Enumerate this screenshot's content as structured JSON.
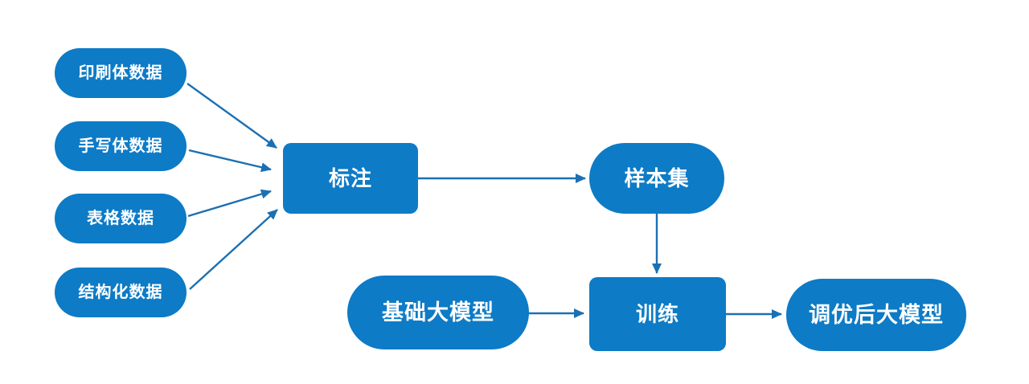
{
  "diagram": {
    "colors": {
      "background": "#ffffff",
      "node_fill": "#0d7bc6",
      "arrow": "#1c70b2",
      "text": "#ffffff"
    },
    "nodes": {
      "printed_data": {
        "label": "印刷体数据",
        "shape": "pill"
      },
      "handwritten_data": {
        "label": "手写体数据",
        "shape": "pill"
      },
      "table_data": {
        "label": "表格数据",
        "shape": "pill"
      },
      "structured_data": {
        "label": "结构化数据",
        "shape": "pill"
      },
      "annotation": {
        "label": "标注",
        "shape": "rect"
      },
      "sample_set": {
        "label": "样本集",
        "shape": "pill"
      },
      "base_model": {
        "label": "基础大模型",
        "shape": "pill"
      },
      "training": {
        "label": "训练",
        "shape": "rect"
      },
      "tuned_model": {
        "label": "调优后大模型",
        "shape": "pill"
      }
    },
    "edges": [
      {
        "from": "印刷体数据",
        "to": "标注"
      },
      {
        "from": "手写体数据",
        "to": "标注"
      },
      {
        "from": "表格数据",
        "to": "标注"
      },
      {
        "from": "结构化数据",
        "to": "标注"
      },
      {
        "from": "标注",
        "to": "样本集"
      },
      {
        "from": "样本集",
        "to": "训练"
      },
      {
        "from": "基础大模型",
        "to": "训练"
      },
      {
        "from": "训练",
        "to": "调优后大模型"
      }
    ]
  }
}
